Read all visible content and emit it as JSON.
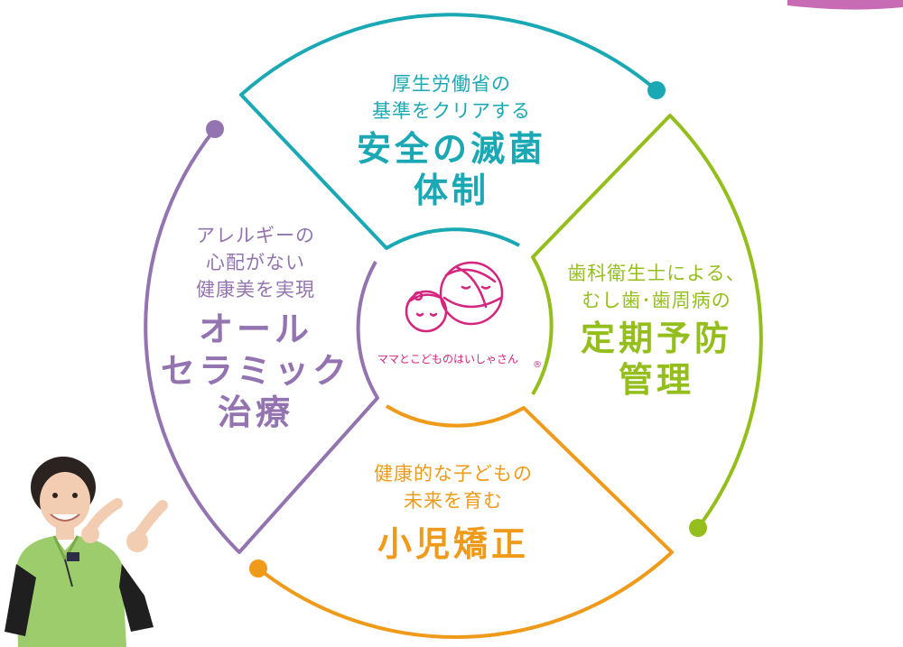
{
  "colors": {
    "teal": "#1aa9b4",
    "green": "#94be1c",
    "orange": "#f09a1a",
    "purple": "#9374b0",
    "logo_pink": "#d4257f"
  },
  "segments": {
    "top": {
      "line1": "厚生労働省の",
      "line2": "基準をクリアする",
      "title": "安全の滅菌体制"
    },
    "right": {
      "line1": "歯科衛生士による、",
      "line2": "むし歯･歯周病の",
      "title1": "定期予防",
      "title2": "管理"
    },
    "bottom": {
      "line1": "健康的な子どもの",
      "line2": "未来を育む",
      "title": "小児矯正"
    },
    "left": {
      "line1": "アレルギーの",
      "line2": "心配がない",
      "line3": "健康美を実現",
      "title1": "オール",
      "title2": "セラミック",
      "title3": "治療"
    }
  },
  "logo": {
    "text": "ママとこどものはいしゃさん",
    "registered": "®"
  }
}
